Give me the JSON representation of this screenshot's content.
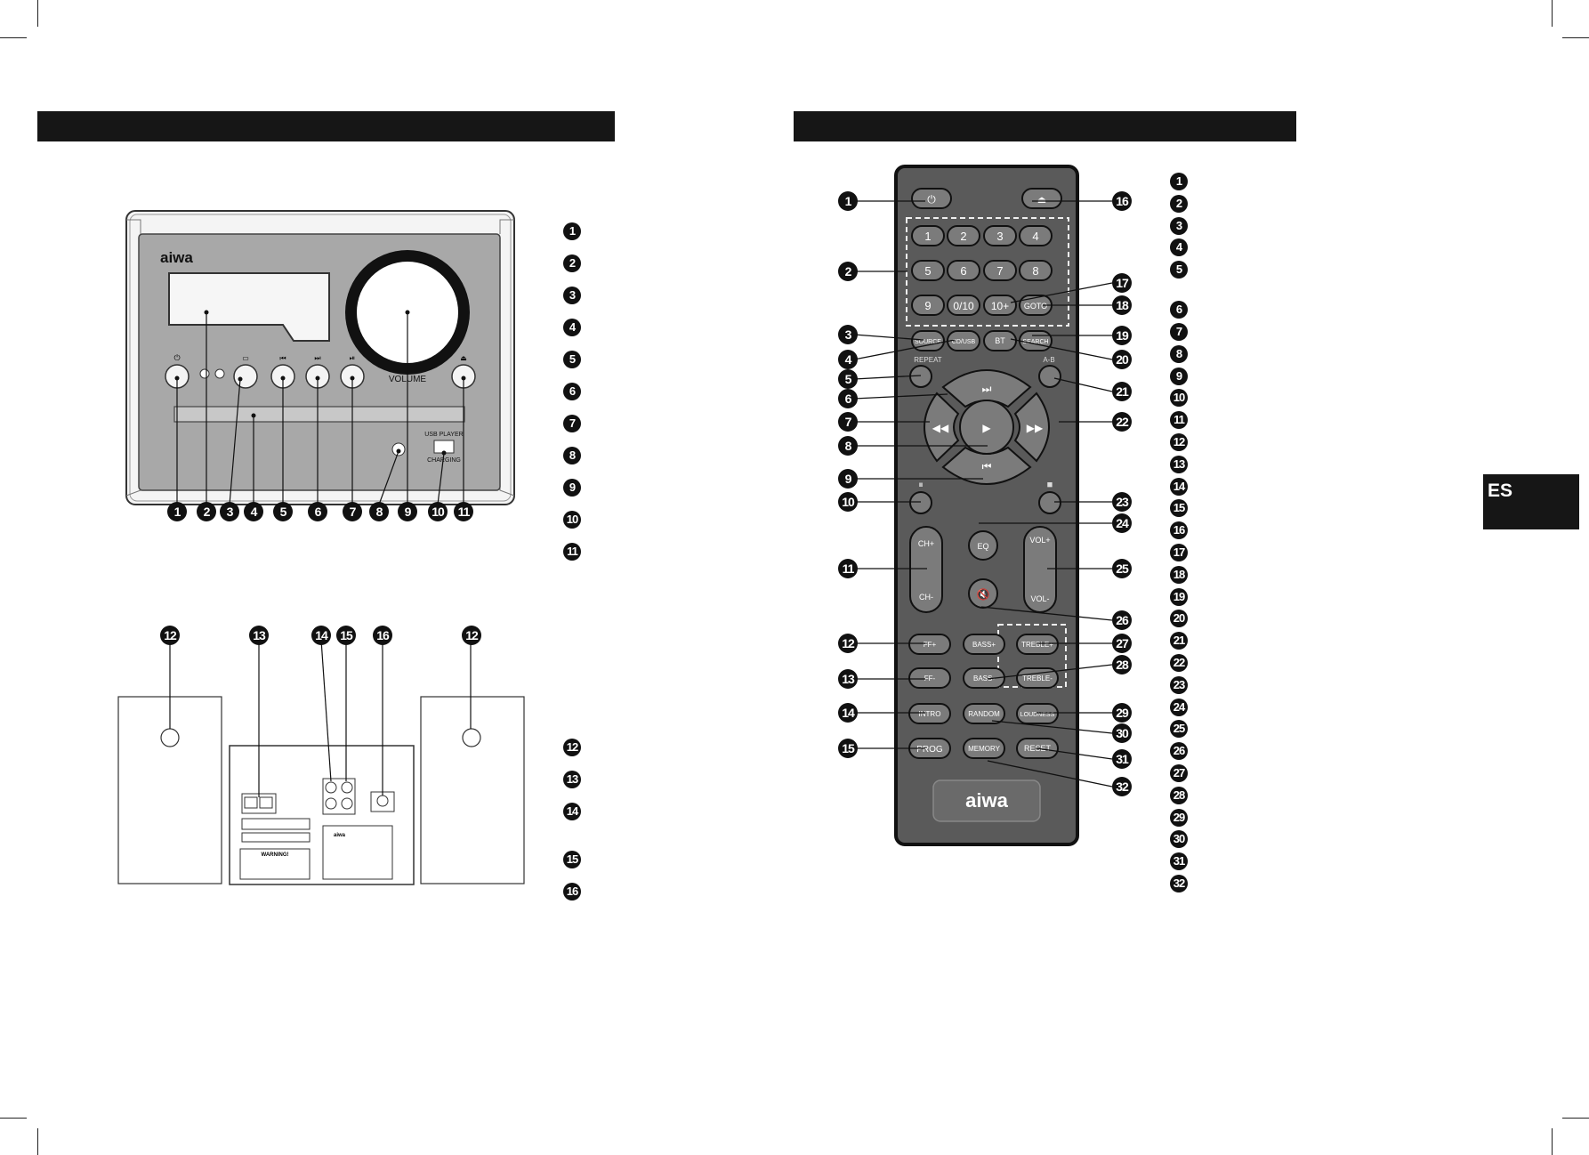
{
  "language_tab": "ES",
  "unit": {
    "brand": "aiwa",
    "volume_label": "VOLUME",
    "usb_label": "USB PLAYER",
    "charging_label": "CHARGING",
    "callouts": [
      "1",
      "2",
      "3",
      "4",
      "5",
      "6",
      "7",
      "8",
      "9",
      "10",
      "11"
    ]
  },
  "speakers": {
    "callouts": [
      "12",
      "13",
      "14",
      "15",
      "16",
      "12"
    ],
    "warning_label": "WARNING!",
    "panel_brand": "aiwa"
  },
  "unit_legend": [
    "1",
    "2",
    "3",
    "4",
    "5",
    "6",
    "7",
    "8",
    "9",
    "10",
    "11"
  ],
  "speaker_legend": [
    "12",
    "13",
    "14",
    "15",
    "16"
  ],
  "remote": {
    "buttons": {
      "num1": "1",
      "num2": "2",
      "num3": "3",
      "num4": "4",
      "num5": "5",
      "num6": "6",
      "num7": "7",
      "num8": "8",
      "num9": "9",
      "num010": "0/10",
      "num10plus": "10+",
      "goto": "GOTO",
      "source": "SOURCE",
      "cdusb": "CD/USB",
      "bt": "BT",
      "search": "SEARCH",
      "repeat": "REPEAT",
      "ab": "A-B",
      "ch_plus": "CH+",
      "ch_minus": "CH-",
      "eq": "EQ",
      "vol_plus": "VOL+",
      "vol_minus": "VOL-",
      "ff_plus": "FF+",
      "ff_minus": "FF-",
      "bass_plus": "BASS+",
      "bass_minus": "BASS-",
      "treble_plus": "TREBLE+",
      "treble_minus": "TREBLE-",
      "intro": "INTRO",
      "random": "RANDOM",
      "loudness": "LOUDNESS",
      "prog": "PROG",
      "memory": "MEMORY",
      "reset": "RESET"
    },
    "brand": "aiwa",
    "callouts": [
      "1",
      "2",
      "3",
      "4",
      "5",
      "6",
      "7",
      "8",
      "9",
      "10",
      "11",
      "12",
      "13",
      "14",
      "15",
      "16",
      "17",
      "18",
      "19",
      "20",
      "21",
      "22",
      "23",
      "24",
      "25",
      "26",
      "27",
      "28",
      "29",
      "30",
      "31",
      "32"
    ]
  },
  "remote_legend": [
    "1",
    "2",
    "3",
    "4",
    "5",
    "6",
    "7",
    "8",
    "9",
    "10",
    "11",
    "12",
    "13",
    "14",
    "15",
    "16",
    "17",
    "18",
    "19",
    "20",
    "21",
    "22",
    "23",
    "24",
    "25",
    "26",
    "27",
    "28",
    "29",
    "30",
    "31",
    "32"
  ]
}
